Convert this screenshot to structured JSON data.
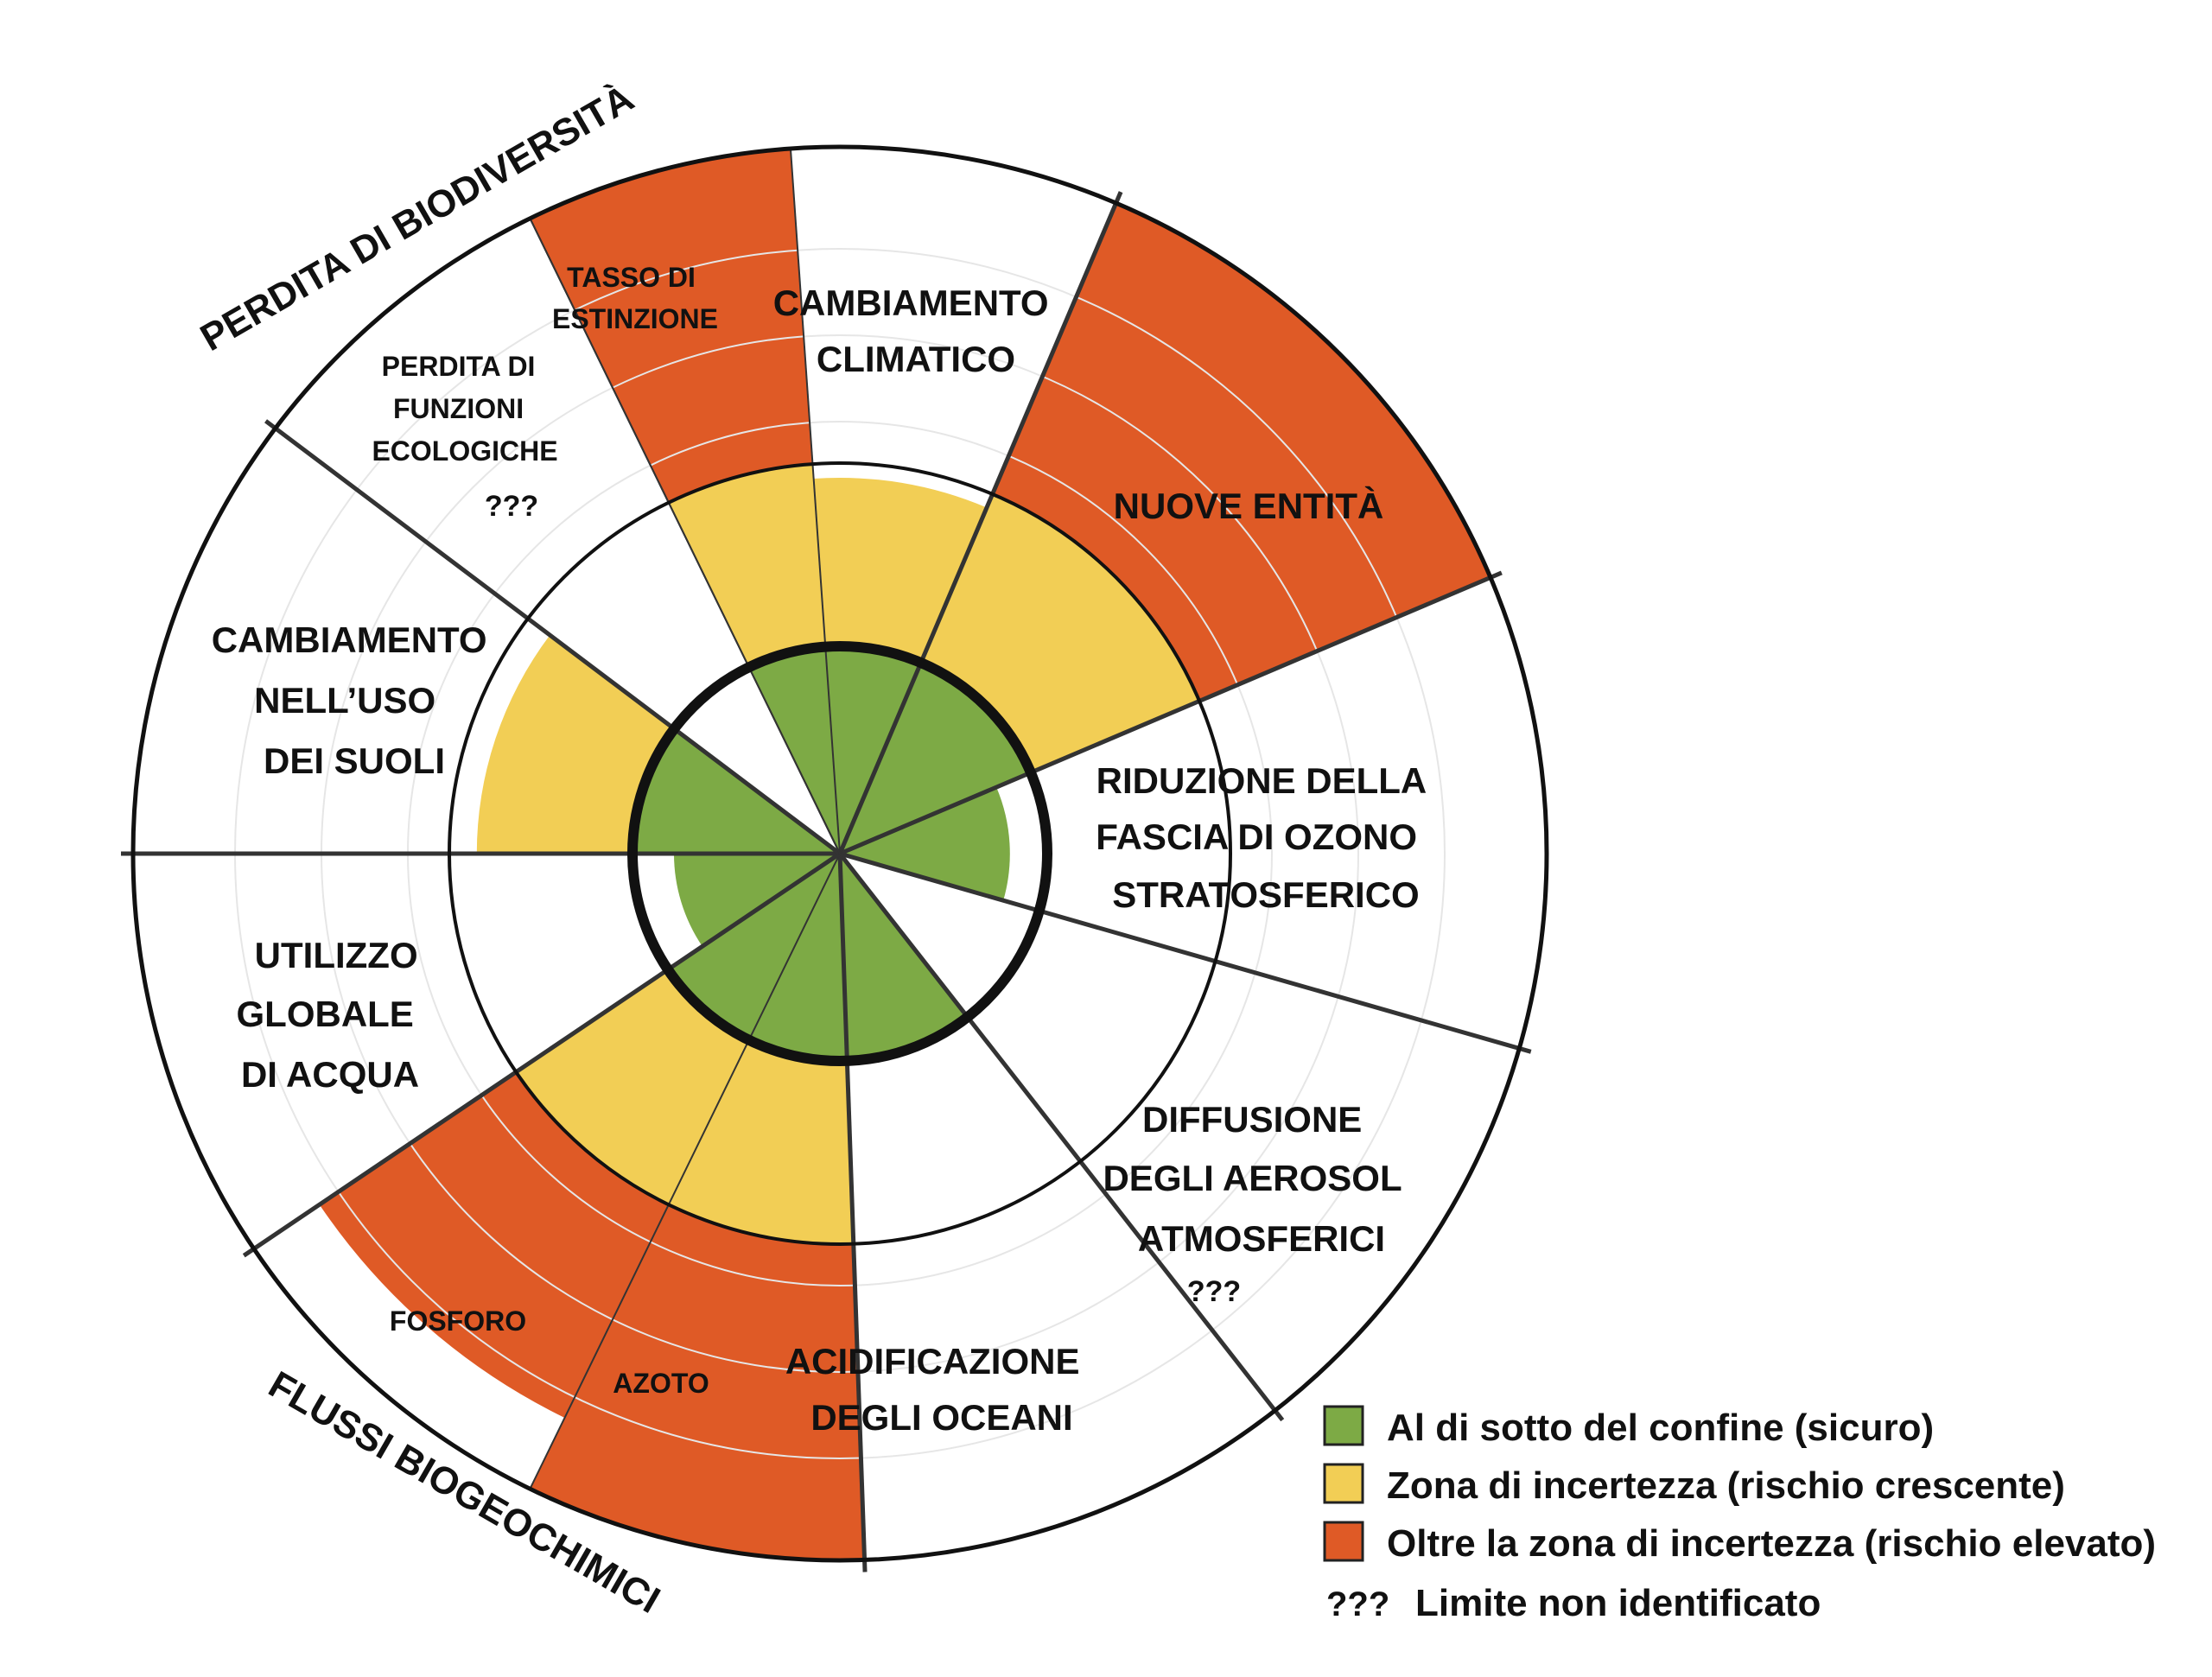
{
  "colors": {
    "safe": "#7DAA45",
    "uncertain": "#F2CE55",
    "high": "#DF5A26",
    "stroke": "#333333",
    "thick_ring": "#111111"
  },
  "group_labels": {
    "biodiversity": "PERDITA DI BIODIVERSITÀ",
    "biogeochemical": "FLUSSI BIOGEOCHIMICI"
  },
  "sectors": [
    {
      "id": "tasso-estinzione",
      "lines": [
        "TASSO DI",
        "ESTINZIONE"
      ],
      "level": 1.0,
      "status": "high"
    },
    {
      "id": "cambiamento-climatico",
      "lines": [
        "CAMBIAMENTO",
        "CLIMATICO"
      ],
      "level": 0.62,
      "status": "uncertain"
    },
    {
      "id": "nuove-entita",
      "lines": [
        "NUOVE ENTITÀ"
      ],
      "level": 1.0,
      "status": "high"
    },
    {
      "id": "ozono",
      "lines": [
        "RIDUZIONE DELLA",
        "FASCIA DI OZONO",
        "STRATOSFERICO"
      ],
      "level": 0.32,
      "status": "safe"
    },
    {
      "id": "aerosol",
      "lines": [
        "DIFFUSIONE",
        "DEGLI AEROSOL",
        "ATMOSFERICI"
      ],
      "extra": "???",
      "level": null,
      "status": "unknown"
    },
    {
      "id": "acidificazione",
      "lines": [
        "ACIDIFICAZIONE",
        "DEGLI OCEANI"
      ],
      "level": 0.48,
      "status": "safe"
    },
    {
      "id": "azoto",
      "lines": [
        "AZOTO"
      ],
      "level": 1.0,
      "status": "high"
    },
    {
      "id": "fosforo",
      "lines": [
        "FOSFORO"
      ],
      "level": 0.75,
      "status": "high"
    },
    {
      "id": "acqua",
      "lines": [
        "UTILIZZO",
        "GLOBALE",
        "DI ACQUA"
      ],
      "level": 0.3,
      "status": "safe"
    },
    {
      "id": "suoli",
      "lines": [
        "CAMBIAMENTO",
        "NELL’USO",
        "DEI SUOLI"
      ],
      "level": 0.55,
      "status": "uncertain"
    },
    {
      "id": "funzioni-ecologiche",
      "lines": [
        "PERDITA DI",
        "FUNZIONI",
        "ECOLOGICHE"
      ],
      "extra": "???",
      "level": null,
      "status": "unknown"
    }
  ],
  "legend": [
    {
      "label": "Al di sotto del confine (sicuro)",
      "color": "#7DAA45"
    },
    {
      "label": "Zona di incertezza (rischio crescente)",
      "color": "#F2CE55"
    },
    {
      "label": "Oltre la zona di incertezza (rischio elevato)",
      "color": "#DF5A26"
    }
  ],
  "legend_unknown": {
    "symbol": "???",
    "label": "Limite non identificato"
  }
}
